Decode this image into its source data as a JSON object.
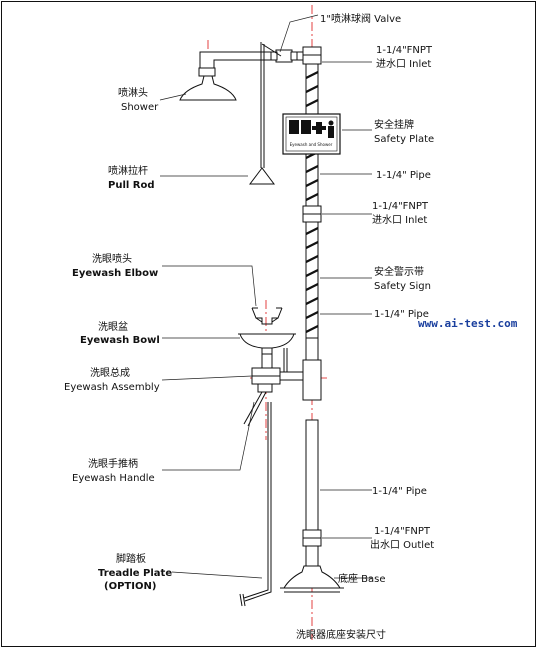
{
  "labels": {
    "valve": "1\"喷淋球阀 Valve",
    "inlet_top_1": "1-1/4\"FNPT",
    "inlet_top_2": "进水口 Inlet",
    "shower_cn": "喷淋头",
    "shower_en": "Shower",
    "safety_plate_cn": "安全挂牌",
    "safety_plate_en": "Safety Plate",
    "plate_caption": "Eyewash and Shower",
    "pull_rod_cn": "喷淋拉杆",
    "pull_rod_en": "Pull Rod",
    "pipe_1": "1-1/4\" Pipe",
    "inlet_mid_1": "1-1/4\"FNPT",
    "inlet_mid_2": "进水口 Inlet",
    "eyewash_elbow_cn": "洗眼喷头",
    "eyewash_elbow_en": "Eyewash Elbow",
    "safety_sign_cn": "安全警示带",
    "safety_sign_en": "Safety Sign",
    "pipe_2": "1-1/4\" Pipe",
    "url": "www.ai-test.com",
    "eyewash_bowl_cn": "洗眼盆",
    "eyewash_bowl_en": "Eyewash Bowl",
    "eyewash_assembly_cn": "洗眼总成",
    "eyewash_assembly_en": "Eyewash Assembly",
    "eyewash_handle_cn": "洗眼手推柄",
    "eyewash_handle_en": "Eyewash Handle",
    "pipe_3": "1-1/4\" Pipe",
    "outlet_1": "1-1/4\"FNPT",
    "outlet_2": "出水口 Outlet",
    "treadle_cn": "脚踏板",
    "treadle_en": "Treadle Plate",
    "treadle_opt": "(OPTION)",
    "base_cn_en": "底座 Base",
    "footer": "洗眼器底座安装尺寸"
  },
  "colors": {
    "centerline": "#d11111",
    "url": "#1a3f9e",
    "lines": "#111111"
  }
}
